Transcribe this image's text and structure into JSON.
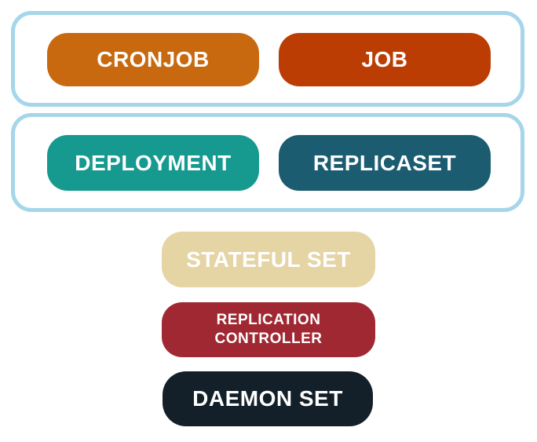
{
  "diagram": {
    "background_color": "#ffffff",
    "label_text_color": "#ffffff",
    "groups": [
      {
        "name": "job-controllers-group",
        "border_color": "#a5d6e9",
        "buttons": [
          {
            "label": "CRONJOB",
            "color": "#c8690f"
          },
          {
            "label": "JOB",
            "color": "#bc3d04"
          }
        ]
      },
      {
        "name": "deployment-controllers-group",
        "border_color": "#a5d6e9",
        "buttons": [
          {
            "label": "DEPLOYMENT",
            "color": "#16998f"
          },
          {
            "label": "REPLICASET",
            "color": "#1b5c70"
          }
        ]
      }
    ],
    "standalone_buttons": [
      {
        "label": "STATEFUL SET",
        "color": "#e5d4a4"
      },
      {
        "label": "REPLICATION\nCONTROLLER",
        "color": "#a02832"
      },
      {
        "label": "DAEMON SET",
        "color": "#132029"
      }
    ]
  }
}
